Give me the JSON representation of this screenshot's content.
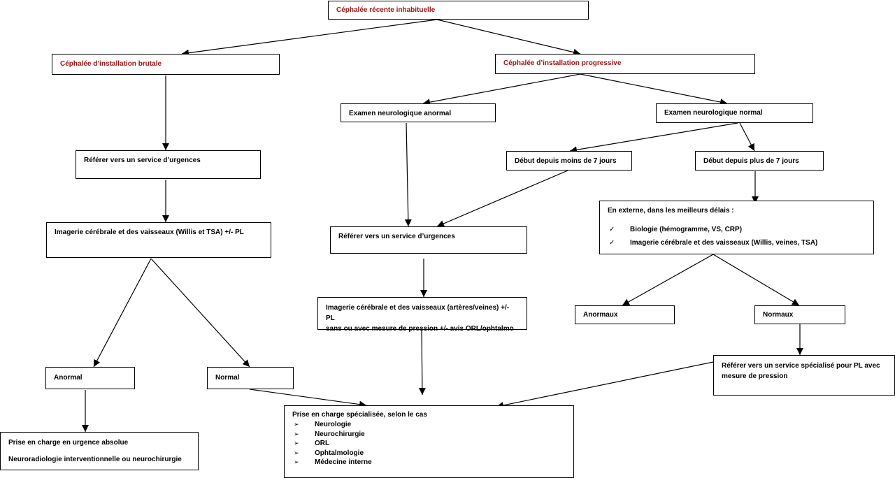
{
  "nodes": {
    "root": "Céphalée récente inhabituelle",
    "brutale": "Céphalée d’installation brutale",
    "progressive": "Céphalée d’installation progressive",
    "exam_anormal": "Examen neurologique anormal",
    "exam_normal": "Examen neurologique normal",
    "referer_urgences_1": "Référer vers un service d’urgences",
    "debut_moins_7": "Début depuis moins de 7 jours",
    "debut_plus_7": "Début depuis plus de 7 jours",
    "imagerie_willis": "Imagerie cérébrale et des vaisseaux (Willis et TSA) +/- PL",
    "referer_urgences_2": "Référer vers un service d’urgences",
    "externe": {
      "title": "En externe, dans les meilleurs délais :",
      "items": [
        "Biologie (hémogramme, VS, CRP)",
        "Imagerie cérébrale et des vaisseaux (Willis, veines, TSA)"
      ]
    },
    "imagerie_arteres": {
      "line1": "Imagerie cérébrale et des vaisseaux (artères/veines) +/- PL",
      "line2": "sans ou avec mesure de pression +/- avis ORL/ophtalmo"
    },
    "anormaux": "Anormaux",
    "normaux": "Normaux",
    "anormal": "Anormal",
    "normal": "Normal",
    "referer_pl": {
      "line1": "Référer vers un service spécialisé pour PL avec",
      "line2": "mesure de pression"
    },
    "prise_charge_spec": {
      "title": "Prise en charge spécialisée, selon le cas",
      "items": [
        "Neurologie",
        "Neurochirurgie",
        "ORL",
        "Ophtalmologie",
        "Médecine interne"
      ]
    },
    "urgence_absolue": {
      "line1": "Prise en charge en urgence absolue",
      "line2": "Neuroradiologie interventionnelle ou neurochirurgie"
    }
  },
  "markers": {
    "check": "✓",
    "arrow": "➢"
  },
  "colors": {
    "highlight_text": "#a01414",
    "line": "#000000"
  }
}
